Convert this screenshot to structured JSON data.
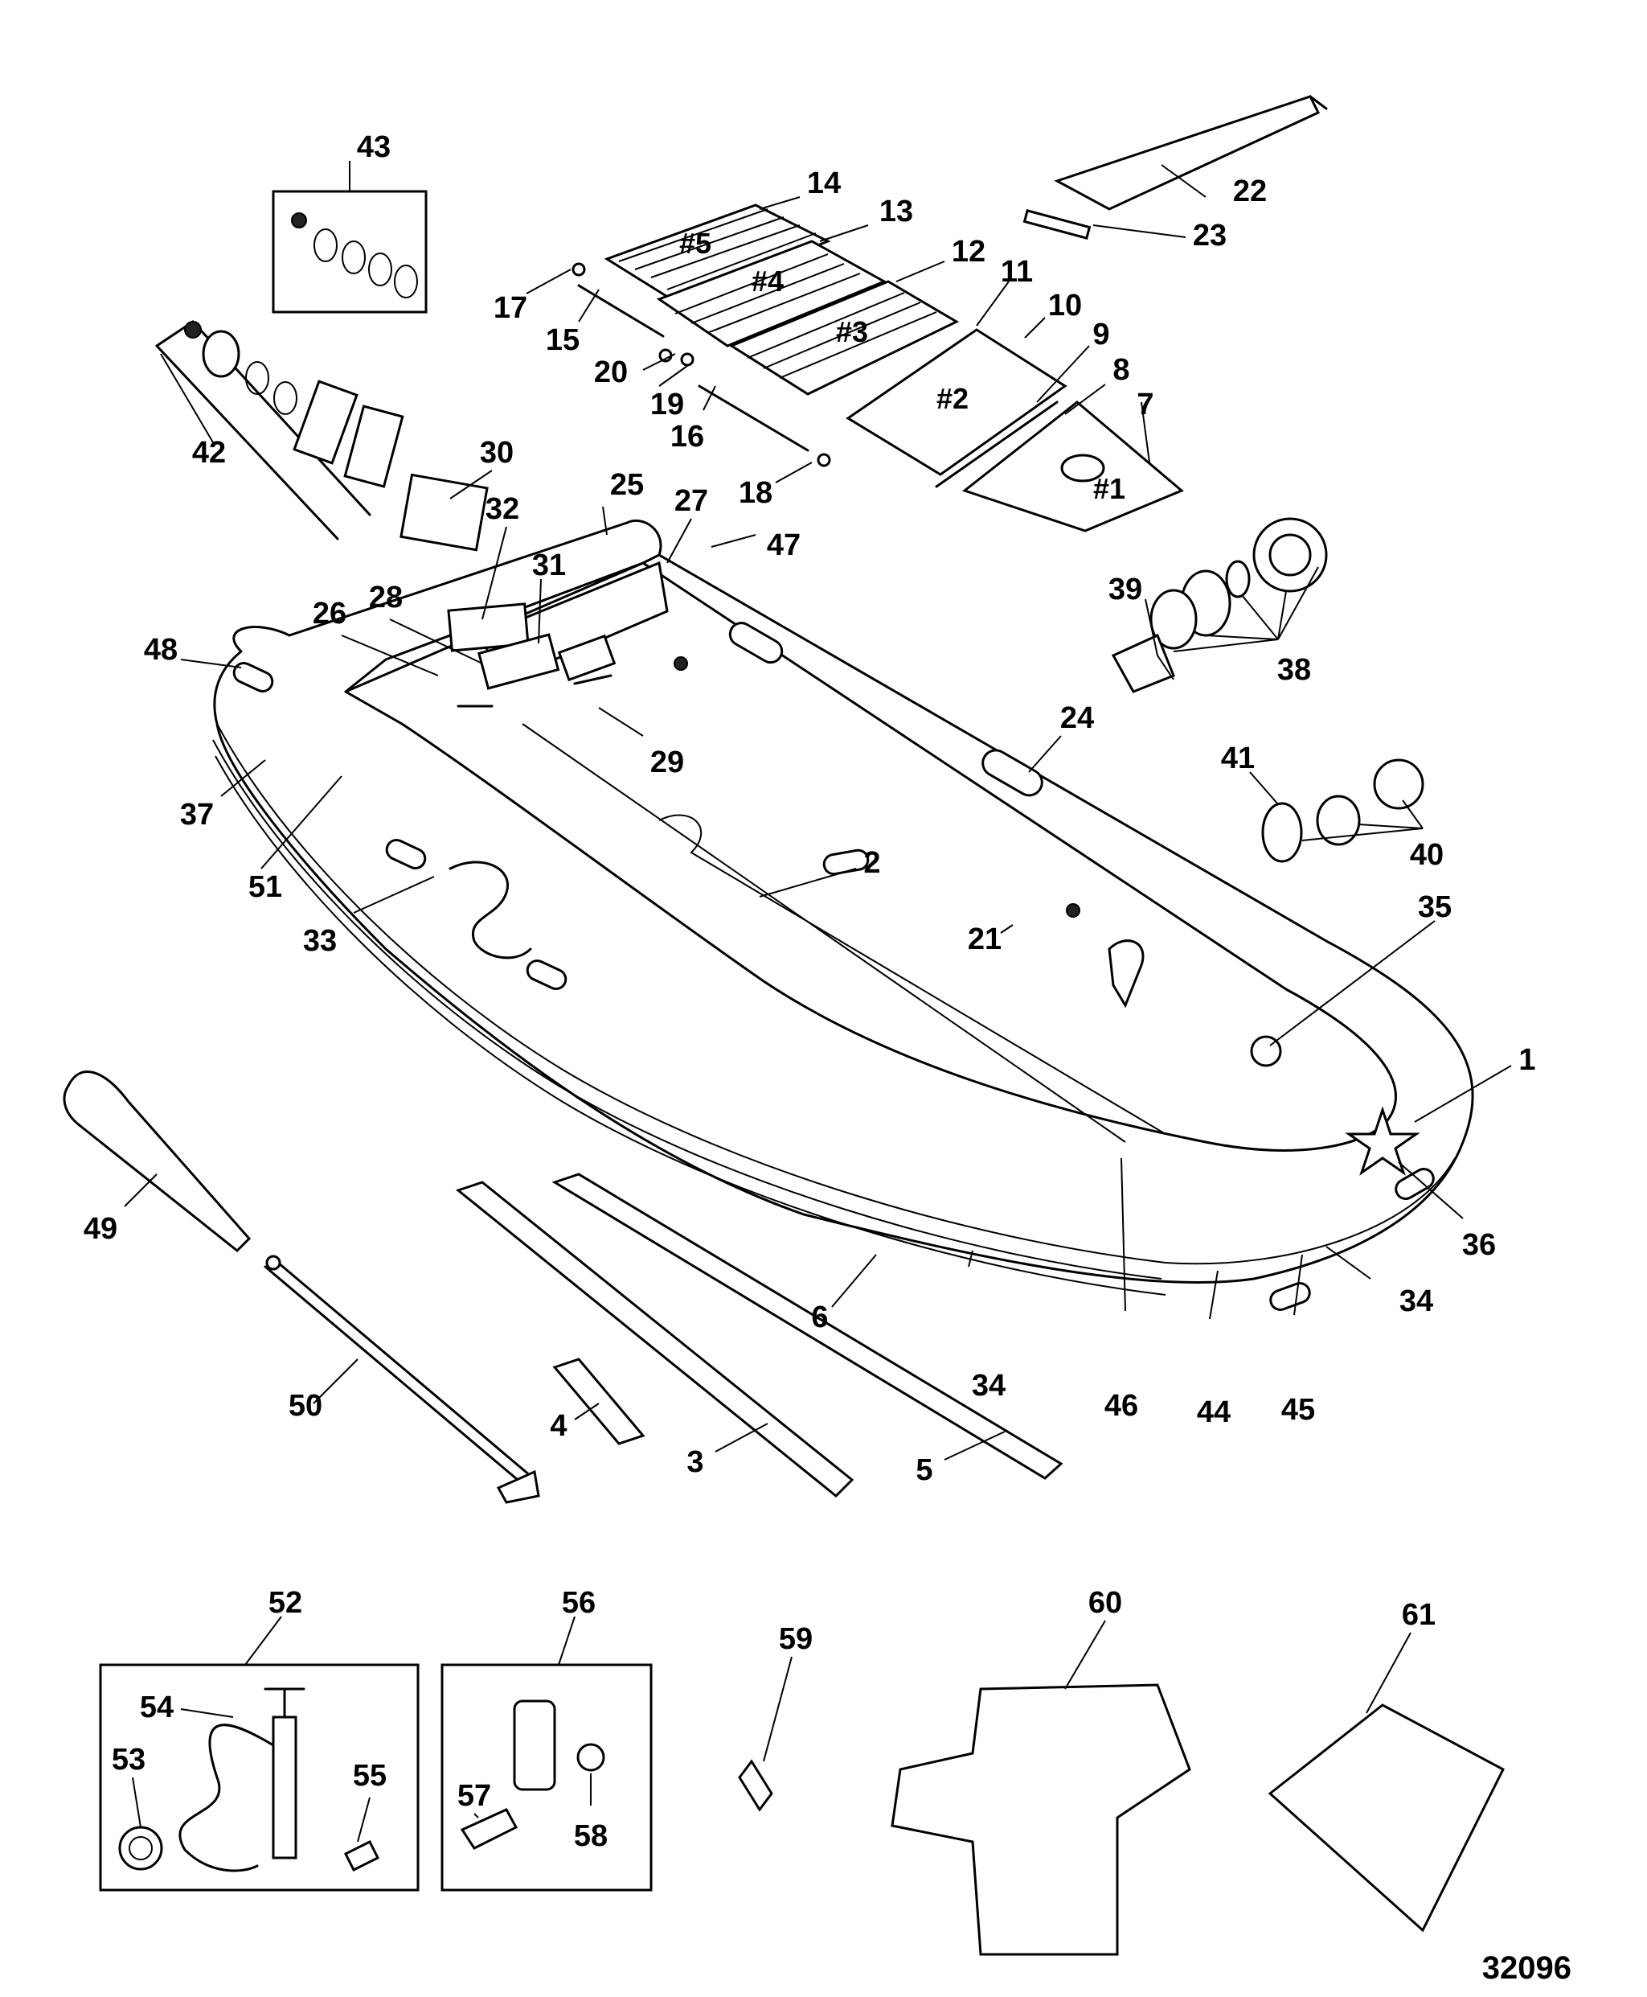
{
  "diagram": {
    "figure_number": "32096",
    "deck_panel_labels": [
      "#1",
      "#2",
      "#3",
      "#4",
      "#5"
    ],
    "callouts": [
      "1",
      "2",
      "3",
      "4",
      "5",
      "6",
      "7",
      "8",
      "9",
      "10",
      "11",
      "12",
      "13",
      "14",
      "15",
      "16",
      "17",
      "18",
      "19",
      "20",
      "21",
      "22",
      "23",
      "24",
      "25",
      "26",
      "27",
      "28",
      "29",
      "30",
      "31",
      "32",
      "33",
      "34",
      "34",
      "35",
      "36",
      "37",
      "38",
      "39",
      "40",
      "41",
      "42",
      "43",
      "44",
      "45",
      "46",
      "47",
      "48",
      "49",
      "50",
      "51",
      "52",
      "53",
      "54",
      "55",
      "56",
      "57",
      "58",
      "59",
      "60",
      "61"
    ]
  }
}
